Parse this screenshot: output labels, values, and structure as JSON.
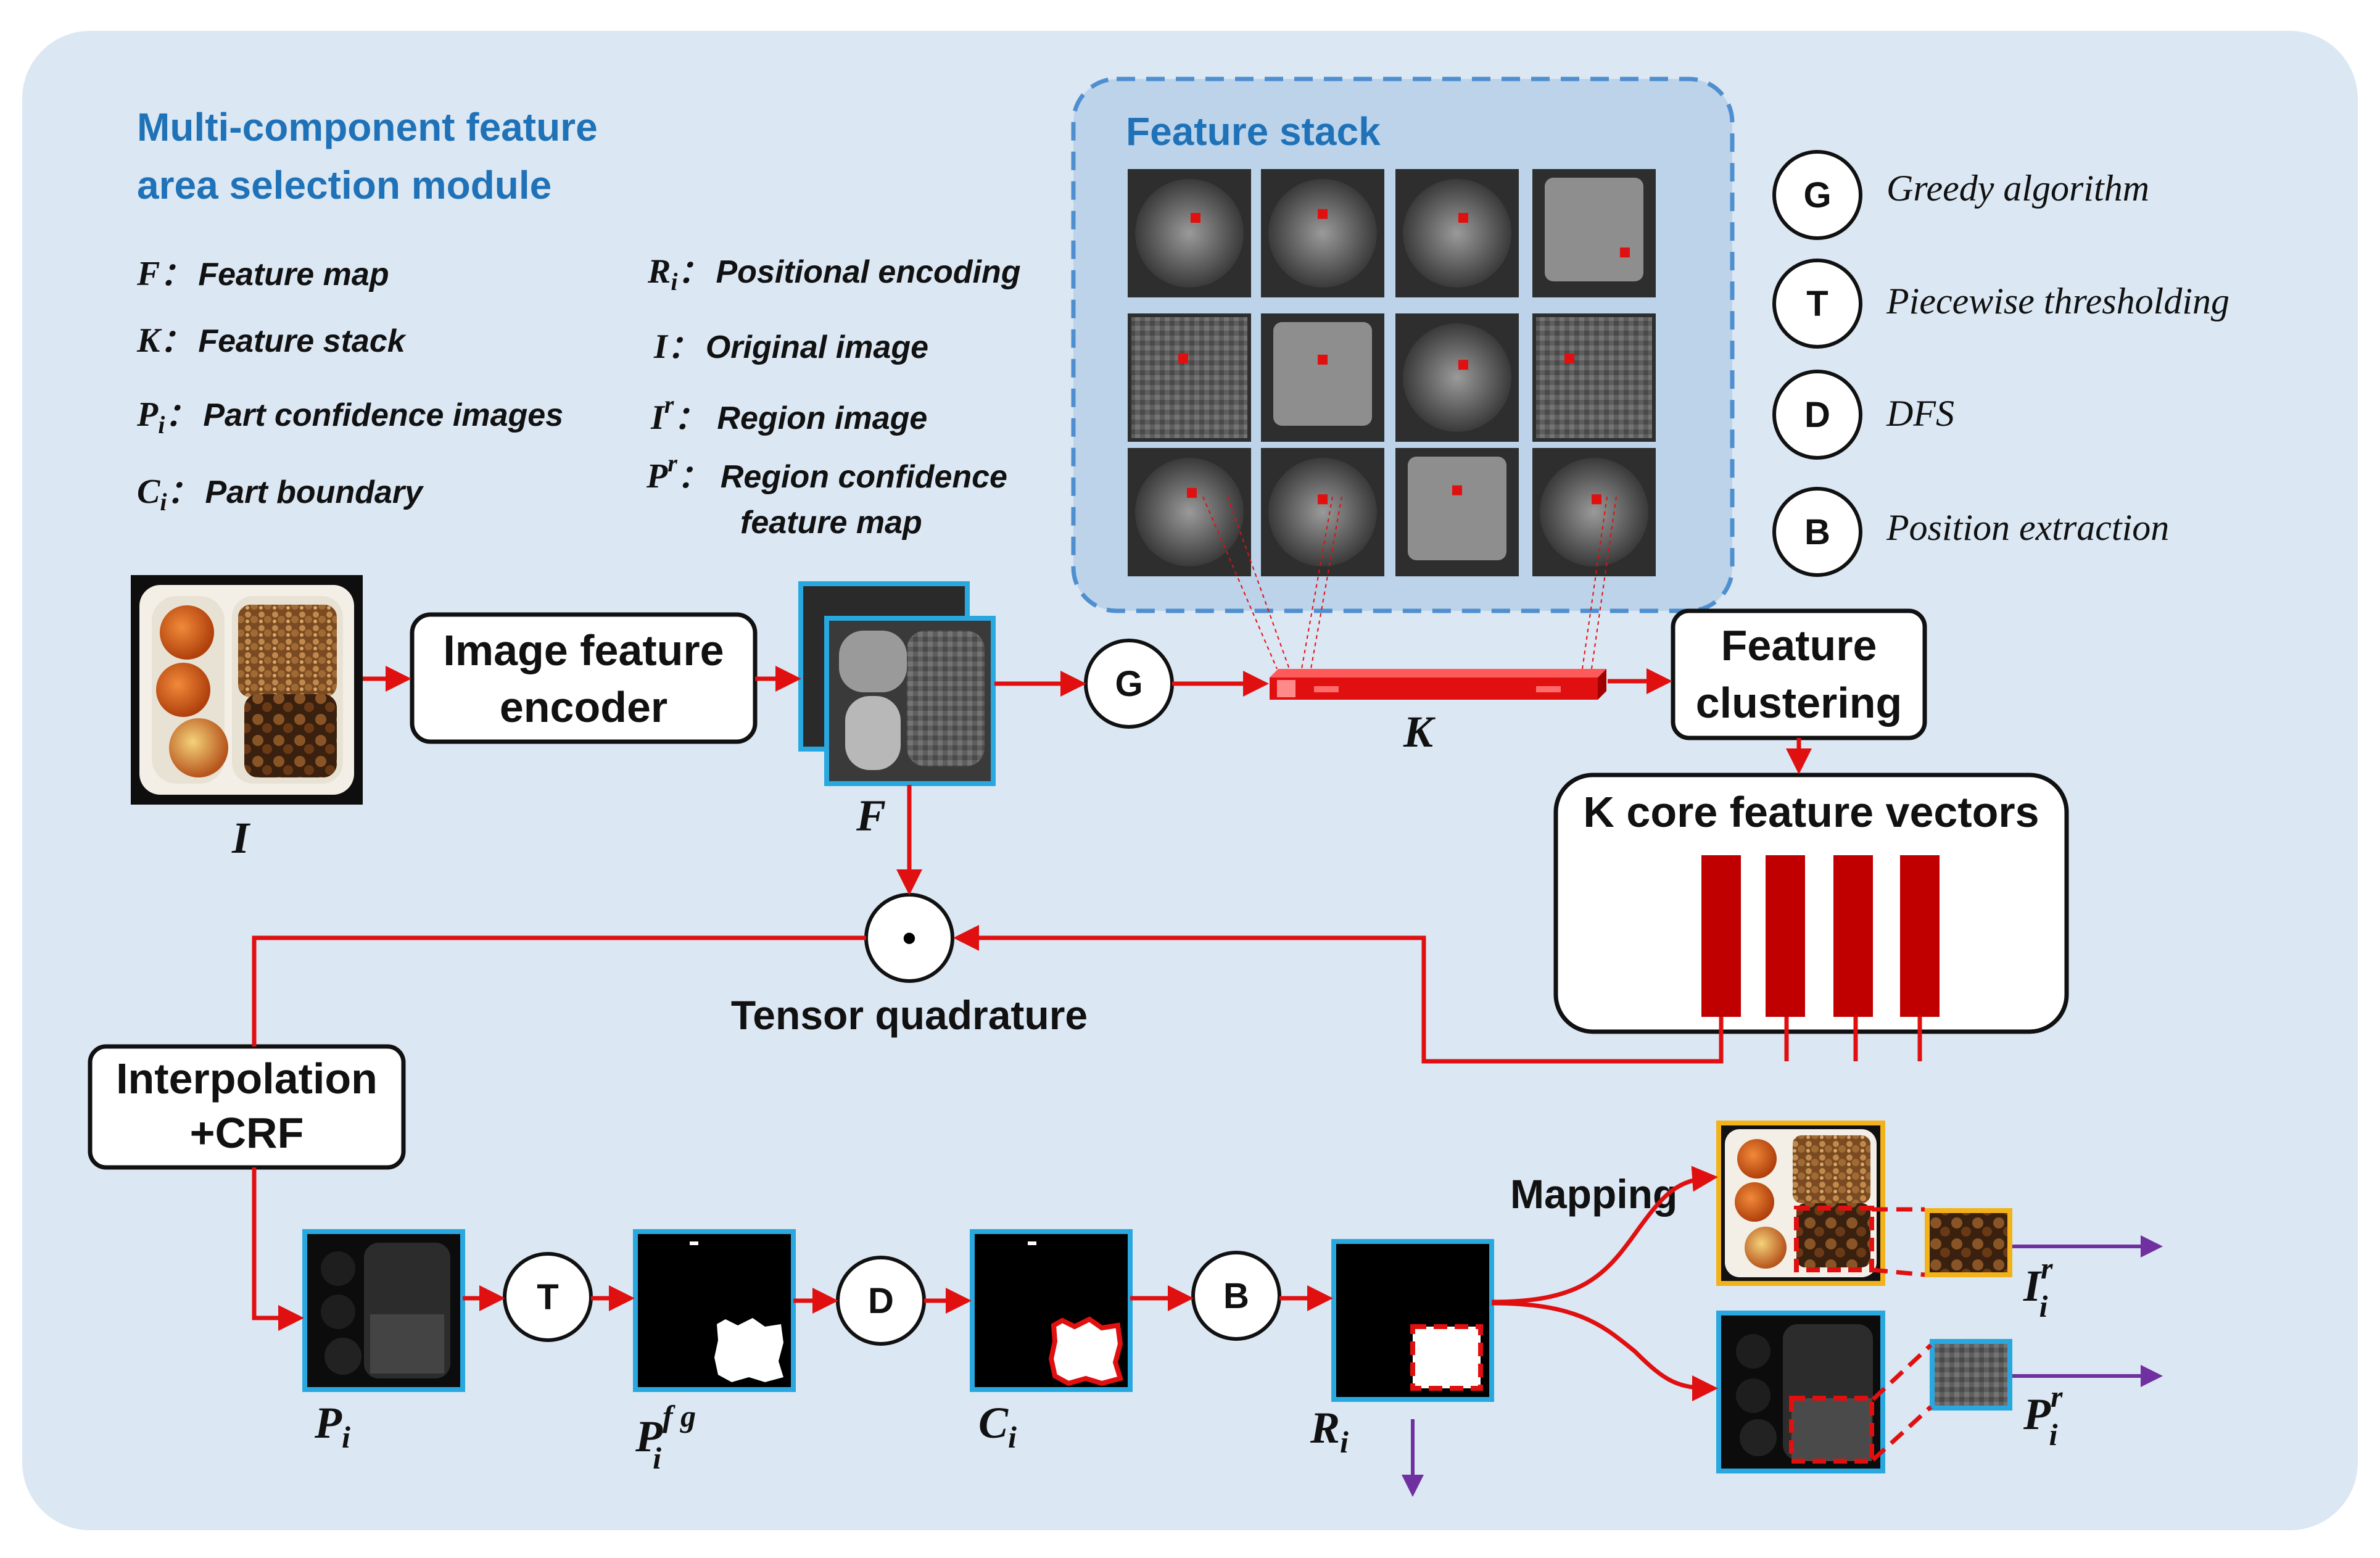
{
  "module_title": {
    "line1": "Multi-component feature",
    "line2": "area selection module"
  },
  "legend_left": [
    {
      "sym": "F",
      "sub": "",
      "sup": "",
      "sep": "：",
      "text": "Feature map"
    },
    {
      "sym": "K",
      "sub": "",
      "sup": "",
      "sep": "：",
      "text": "Feature stack"
    },
    {
      "sym": "P",
      "sub": "i",
      "sup": "",
      "sep": "：",
      "text": "Part confidence images"
    },
    {
      "sym": "C",
      "sub": "i",
      "sup": "",
      "sep": "：",
      "text": "Part boundary"
    }
  ],
  "legend_right": [
    {
      "sym": "R",
      "sub": "i",
      "sup": "",
      "sep": "：",
      "text": "Positional encoding"
    },
    {
      "sym": "I",
      "sub": "",
      "sup": "",
      "sep": "：",
      "text": "Original image"
    },
    {
      "sym": "I",
      "sub": "",
      "sup": "r",
      "sep": "：",
      "text": "Region image"
    },
    {
      "sym": "P",
      "sub": "",
      "sup": "r",
      "sep": "：",
      "text": "Region confidence",
      "text2": "feature map"
    }
  ],
  "feature_stack": {
    "title": "Feature stack"
  },
  "key": [
    {
      "letter": "G",
      "text": "Greedy algorithm"
    },
    {
      "letter": "T",
      "text": "Piecewise thresholding"
    },
    {
      "letter": "D",
      "text": "DFS"
    },
    {
      "letter": "B",
      "text": "Position extraction"
    }
  ],
  "boxes": {
    "encoder": {
      "line1": "Image feature",
      "line2": "encoder"
    },
    "clustering": {
      "line1": "Feature",
      "line2": "clustering"
    },
    "core": "K core feature vectors",
    "interp": {
      "line1": "Interpolation",
      "line2": "+CRF"
    }
  },
  "labels": {
    "I": "I",
    "F": "F",
    "K": "K",
    "tensor": "Tensor quadrature",
    "mapping": "Mapping",
    "P": "P",
    "i": "i",
    "fg": "f g",
    "C": "C",
    "R": "R",
    "r": "r",
    "dot": "•"
  },
  "circles": {
    "G": "G",
    "T": "T",
    "D": "D",
    "B": "B"
  },
  "colors": {
    "panel": "#dbe7f3",
    "stack_panel": "#bcd3ea",
    "stack_border": "#4f8fcf",
    "title": "#1f72b8",
    "arrow": "#e01010",
    "core_bar": "#c00000",
    "map_border": "#29a8e0",
    "orig_border": "#f2b21a",
    "output_arrow": "#7030a0"
  }
}
